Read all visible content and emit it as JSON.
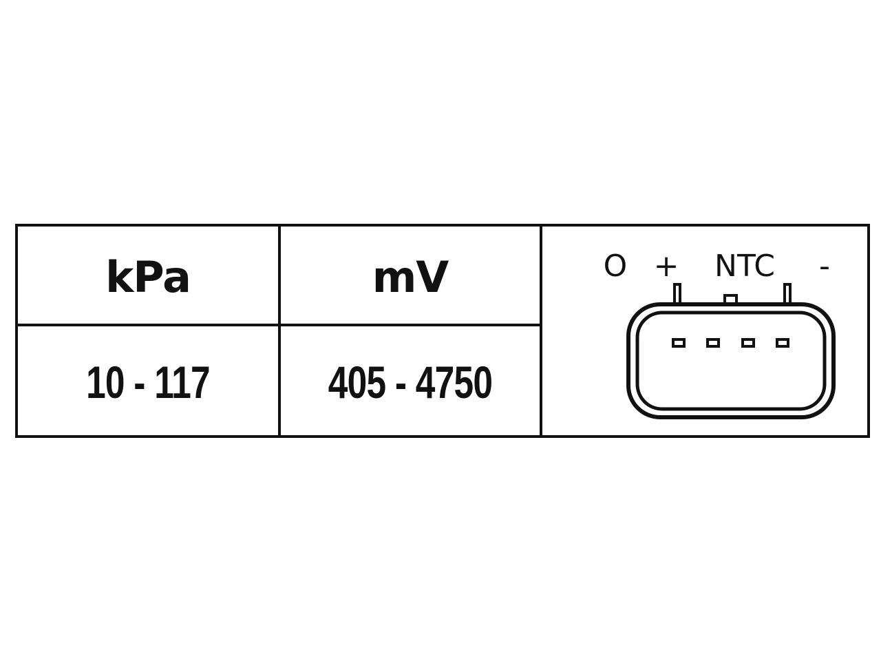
{
  "table": {
    "headers": [
      "kPa",
      "mV"
    ],
    "values": [
      "10 - 117",
      "405 - 4750"
    ]
  },
  "connector": {
    "pins": [
      {
        "label": "O"
      },
      {
        "label": "+"
      },
      {
        "label": "NTC"
      },
      {
        "label": "-"
      }
    ],
    "icon": "four-pin-connector-icon"
  }
}
